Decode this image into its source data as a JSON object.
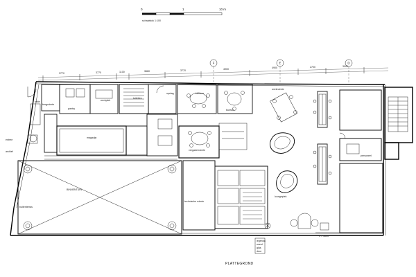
{
  "scale": {
    "ticks": [
      "0",
      "1",
      "10 m"
    ],
    "note": "schaalstok 1:100"
  },
  "grid_axes": [
    "F",
    "E",
    "D"
  ],
  "dimensions_top": [
    "3770",
    "3770",
    "1100",
    "3660",
    "3770",
    "4900",
    "4900",
    "2700",
    "3900"
  ],
  "rooms": {
    "bergruimte": "bergruimte",
    "pantry": "pantry",
    "werkplek": "werkplek",
    "vergaderruimte": "vergaderruimte",
    "opslag": "opslag",
    "kantoor": "kantoor",
    "bureau": "bureau",
    "balie": "balie",
    "entree": "entree",
    "magazijn": "magazijn",
    "werkruimte": "werkruimte",
    "binnentuin": "BINNENTUIN",
    "toiletten": "toiletten",
    "technische_ruimte": "technische ruimte",
    "personeel": "personeel",
    "loungeplek": "loungeplek",
    "buitenterras": "buitenterras",
    "archief": "archief"
  },
  "legend": [
    "legenda",
    "wand",
    "glas",
    "deur"
  ],
  "footnote": "h = 3000",
  "title": "PLATTEGROND"
}
